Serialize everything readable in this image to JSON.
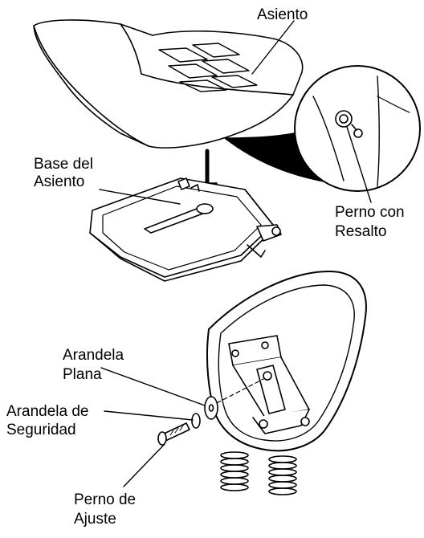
{
  "labels": {
    "seat": "Asiento",
    "seat_base_1": "Base del",
    "seat_base_2": "Asiento",
    "shoulder_bolt_1": "Perno con",
    "shoulder_bolt_2": "Resalto",
    "flat_washer_1": "Arandela",
    "flat_washer_2": "Plana",
    "lock_washer_1": "Arandela de",
    "lock_washer_2": "Seguridad",
    "adjust_bolt_1": "Perno de",
    "adjust_bolt_2": "Ajuste"
  },
  "colors": {
    "line": "#000000",
    "fill": "#ffffff",
    "shade": "#000000"
  }
}
